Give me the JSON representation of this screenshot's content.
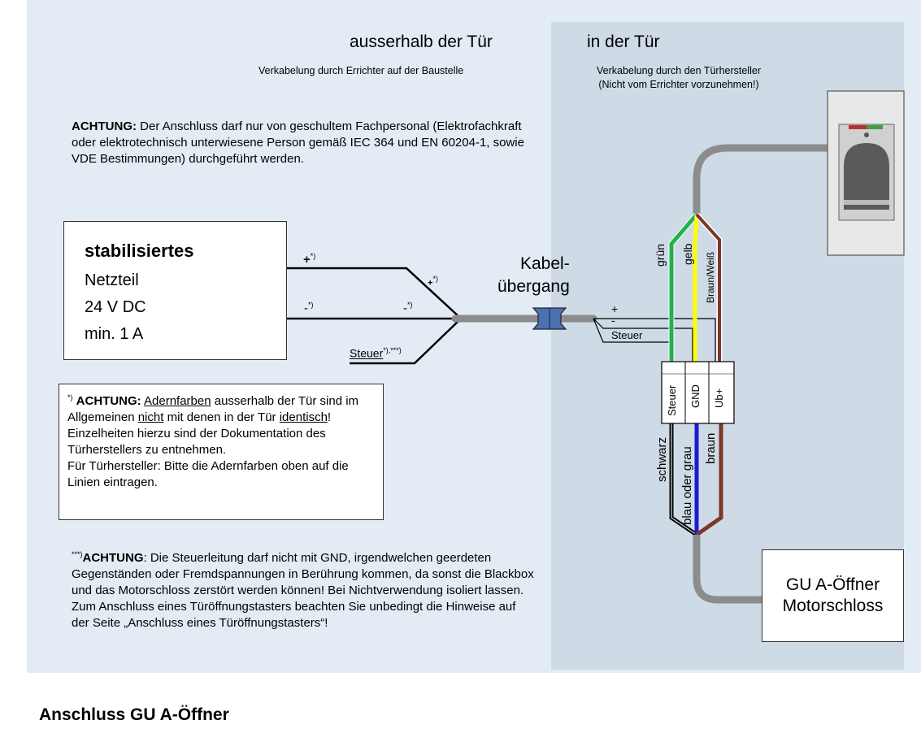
{
  "headers": {
    "outside_title": "ausserhalb der Tür",
    "outside_sub": "Verkabelung durch Errichter auf der Baustelle",
    "inside_title": "in der Tür",
    "inside_sub_1": "Verkabelung durch den Türhersteller",
    "inside_sub_2": "(Nicht vom Errichter vorzunehmen!)"
  },
  "warning_top": {
    "label": "ACHTUNG:",
    "text": " Der Anschluss darf nur von geschultem Fachpersonal (Elektrofachkraft oder elektrotechnisch unterwiesene Person gemäß IEC 364 und EN 60204-1, sowie VDE Bestimmungen) durchgeführt werden."
  },
  "power_supply": {
    "title": "stabilisiertes",
    "line1": "Netzteil",
    "line2": "24 V DC",
    "line3": "min. 1 A",
    "plus_label": "+",
    "minus_label": "-",
    "note_mark": "*)",
    "steuer_label": "Steuer",
    "steuer_mark": "*),***)"
  },
  "cable_transition": {
    "line1": "Kabel-",
    "line2": "übergang",
    "plus": "+",
    "minus": "-",
    "steuer": "Steuer"
  },
  "wire_labels_top": {
    "green": "grün",
    "yellow": "gelb",
    "brownwhite": "Braun/Weiß"
  },
  "terminals": {
    "t1": "Steuer",
    "t2": "GND",
    "t3": "Ub+"
  },
  "wire_labels_bottom": {
    "black": "schwarz",
    "blue": "blau oder grau",
    "brown": "braun"
  },
  "note_box": {
    "mark": "*)",
    "label": "ACHTUNG:",
    "w1": "Adernfarben",
    "t1": " ausserhalb der Tür sind im Allgemeinen ",
    "w2": "nicht",
    "t2": " mit denen in der Tür ",
    "w3": "identisch",
    "t3": "! Einzelheiten hierzu sind der Dokumentation des Türherstellers zu entnehmen.",
    "t4": "Für Türhersteller: Bitte die Adernfarben oben auf die Linien eintragen."
  },
  "warning_bottom": {
    "mark": "***)",
    "label": "ACHTUNG",
    "text": ": Die Steuerleitung darf nicht mit GND, irgendwelchen geerdeten Gegenständen oder Fremdspannungen in Berührung kommen, da sonst die Blackbox und das Motorschloss zerstört werden können! Bei Nichtverwendung isoliert lassen.",
    "text2": "Zum Anschluss eines Türöffnungstasters beachten Sie unbedingt die Hinweise auf der Seite „Anschluss eines Türöffnungstasters“!"
  },
  "lock_box": {
    "line1": "GU A-Öffner",
    "line2": "Motorschloss"
  },
  "footer": {
    "title": "Anschluss GU A-Öffner"
  },
  "colors": {
    "background": "#e3ecf4",
    "door_area": "#cedae6",
    "cable_gray": "#8c8c8c",
    "wire_green": "#22b14c",
    "wire_yellow": "#ffff00",
    "wire_brown": "#7b3728",
    "wire_black": "#000000",
    "wire_blue": "#1b1bd0"
  }
}
